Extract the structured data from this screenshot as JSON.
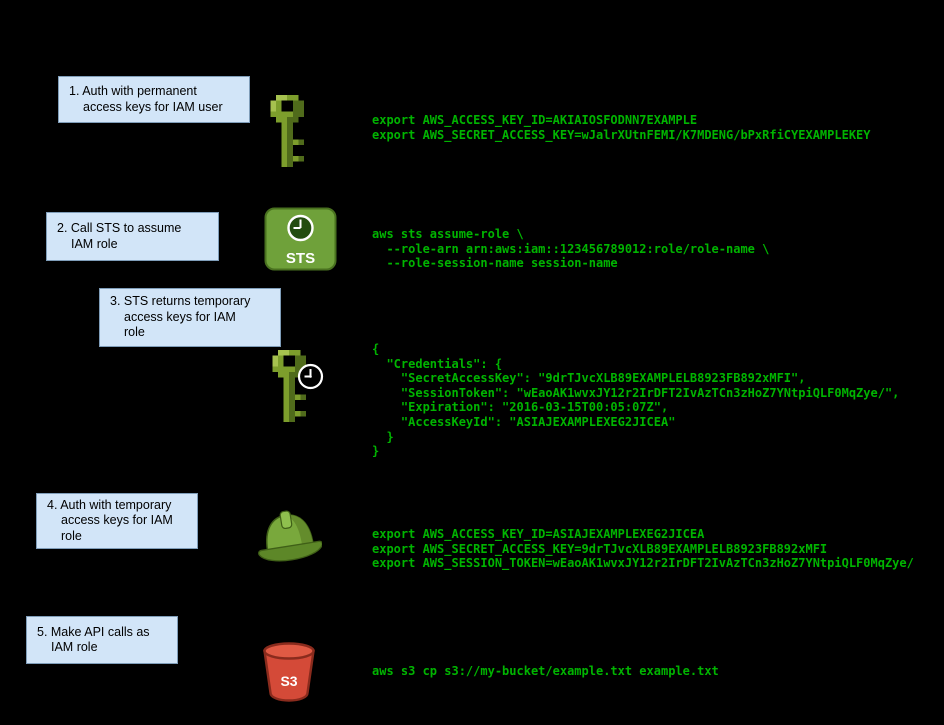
{
  "colors": {
    "background": "#000000",
    "code_green": "#00b400",
    "box_fill": "#d2e5f8",
    "box_border": "#7f9db9"
  },
  "icons": {
    "sts_label": "STS",
    "s3_label": "S3"
  },
  "steps": [
    {
      "label": "1. Auth with permanent\naccess keys for IAM user",
      "code": "export AWS_ACCESS_KEY_ID=AKIAIOSFODNN7EXAMPLE\nexport AWS_SECRET_ACCESS_KEY=wJalrXUtnFEMI/K7MDENG/bPxRfiCYEXAMPLEKEY"
    },
    {
      "label": "2. Call STS to assume\nIAM role",
      "code": "aws sts assume-role \\\n  --role-arn arn:aws:iam::123456789012:role/role-name \\\n  --role-session-name session-name"
    },
    {
      "label": "3. STS returns temporary\naccess keys for IAM\nrole",
      "code": "{\n  \"Credentials\": {\n    \"SecretAccessKey\": \"9drTJvcXLB89EXAMPLELB8923FB892xMFI\",\n    \"SessionToken\": \"wEaoAK1wvxJY12r2IrDFT2IvAzTCn3zHoZ7YNtpiQLF0MqZye/\",\n    \"Expiration\": \"2016-03-15T00:05:07Z\",\n    \"AccessKeyId\": \"ASIAJEXAMPLEXEG2JICEA\"\n  }\n}"
    },
    {
      "label": "4. Auth with temporary\naccess keys for IAM\nrole",
      "code": "export AWS_ACCESS_KEY_ID=ASIAJEXAMPLEXEG2JICEA\nexport AWS_SECRET_ACCESS_KEY=9drTJvcXLB89EXAMPLELB8923FB892xMFI\nexport AWS_SESSION_TOKEN=wEaoAK1wvxJY12r2IrDFT2IvAzTCn3zHoZ7YNtpiQLF0MqZye/"
    },
    {
      "label": "5. Make API calls as\nIAM role",
      "code": "aws s3 cp s3://my-bucket/example.txt example.txt"
    }
  ]
}
